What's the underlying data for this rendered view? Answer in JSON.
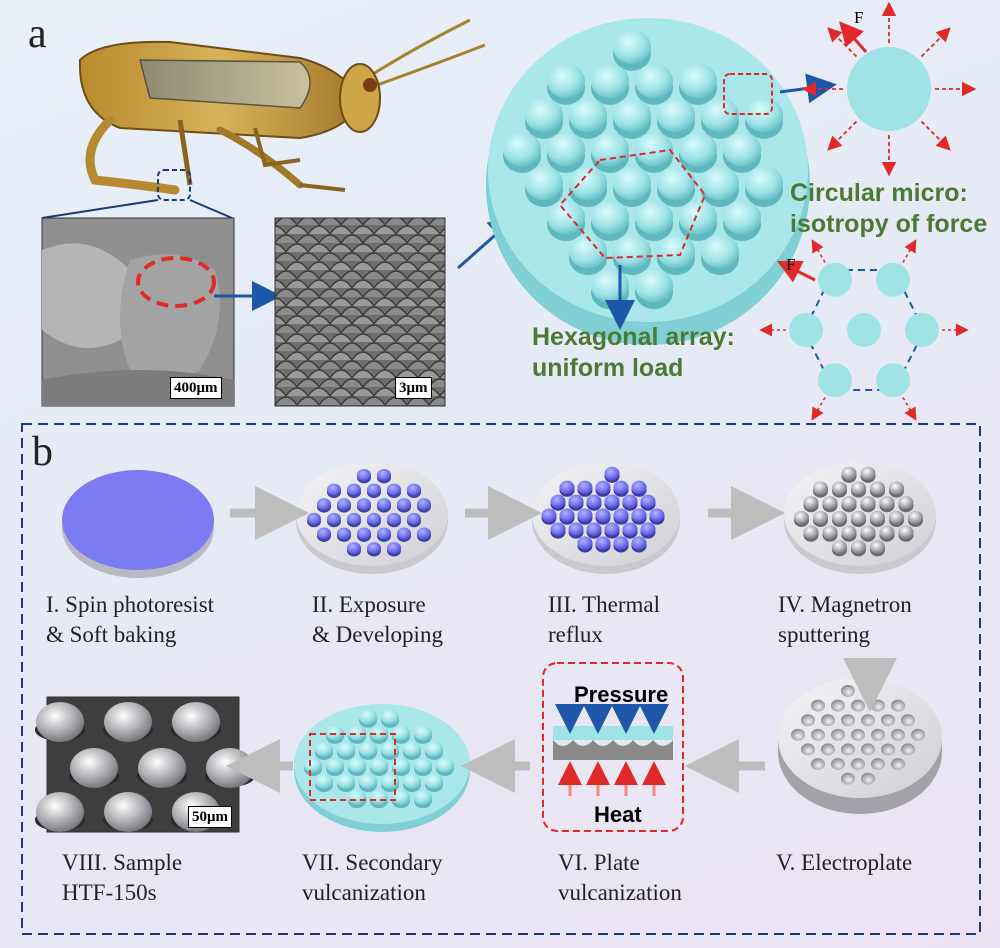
{
  "panel_a": {
    "letter": "a",
    "sem1_scale": "400μm",
    "sem2_scale": "3μm",
    "hexagonal_label": [
      "Hexagonal array:",
      "uniform load"
    ],
    "circular_label": [
      "Circular micro:",
      "isotropy of force"
    ],
    "force_label_top": "F",
    "force_label_bottom": "F"
  },
  "panel_b": {
    "letter": "b",
    "steps": [
      {
        "id": "I",
        "lines": [
          "I.  Spin photoresist",
          "& Soft baking"
        ]
      },
      {
        "id": "II",
        "lines": [
          "II.  Exposure",
          "& Developing"
        ]
      },
      {
        "id": "III",
        "lines": [
          "III.  Thermal",
          "reflux"
        ]
      },
      {
        "id": "IV",
        "lines": [
          "IV.  Magnetron",
          "sputtering"
        ]
      },
      {
        "id": "V",
        "lines": [
          "V.  Electroplate"
        ]
      },
      {
        "id": "VI",
        "lines": [
          "VI.  Plate",
          "vulcanization"
        ]
      },
      {
        "id": "VII",
        "lines": [
          "VII.  Secondary",
          "vulcanization"
        ]
      },
      {
        "id": "VIII",
        "lines": [
          "VIII.  Sample",
          "HTF-150s"
        ]
      }
    ],
    "pressure_label": "Pressure",
    "heat_label": "Heat",
    "sem3_scale": "50μm"
  },
  "colors": {
    "cyan": "#9fe3e6",
    "cyan_dark": "#6cc8cc",
    "violet": "#7b7bf2",
    "violet_dark": "#5656c8",
    "silver": "#d4d4d8",
    "red_dash": "#e02a2a",
    "navy": "#1a3a7a",
    "arrow_blue": "#1f57a8",
    "gray_arrow": "#bdbdbd",
    "green": "#4a7a34"
  },
  "icons": [
    "grasshopper-illustration",
    "micro-pillar-disc",
    "force-vector-arrow",
    "process-arrow"
  ]
}
